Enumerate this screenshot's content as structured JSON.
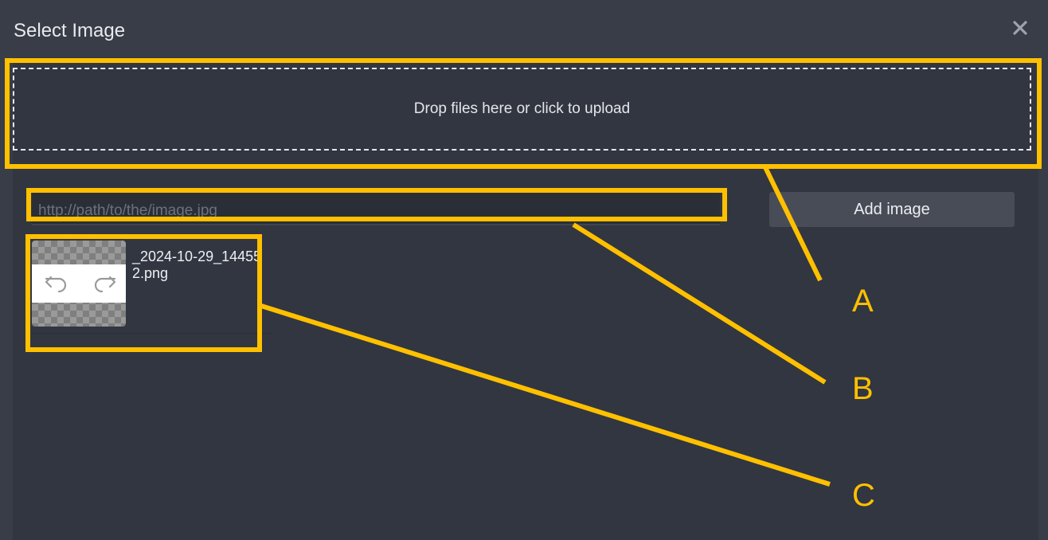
{
  "dialog": {
    "title": "Select Image",
    "close_icon": "close-icon"
  },
  "upload": {
    "dropzone_text": "Drop files here or click to upload"
  },
  "url_field": {
    "value": "",
    "placeholder": "http://path/to/the/image.jpg"
  },
  "add_button": {
    "label": "Add image"
  },
  "assets": [
    {
      "filename": "_2024-10-29_144552.png",
      "thumbnail_icons": [
        "undo-arrow-icon",
        "redo-arrow-icon"
      ]
    }
  ],
  "annotations": [
    {
      "letter": "A"
    },
    {
      "letter": "B"
    },
    {
      "letter": "C"
    }
  ],
  "colors": {
    "background": "#383d48",
    "panel": "#313641",
    "annotation": "#ffc000",
    "button": "#474c57"
  }
}
